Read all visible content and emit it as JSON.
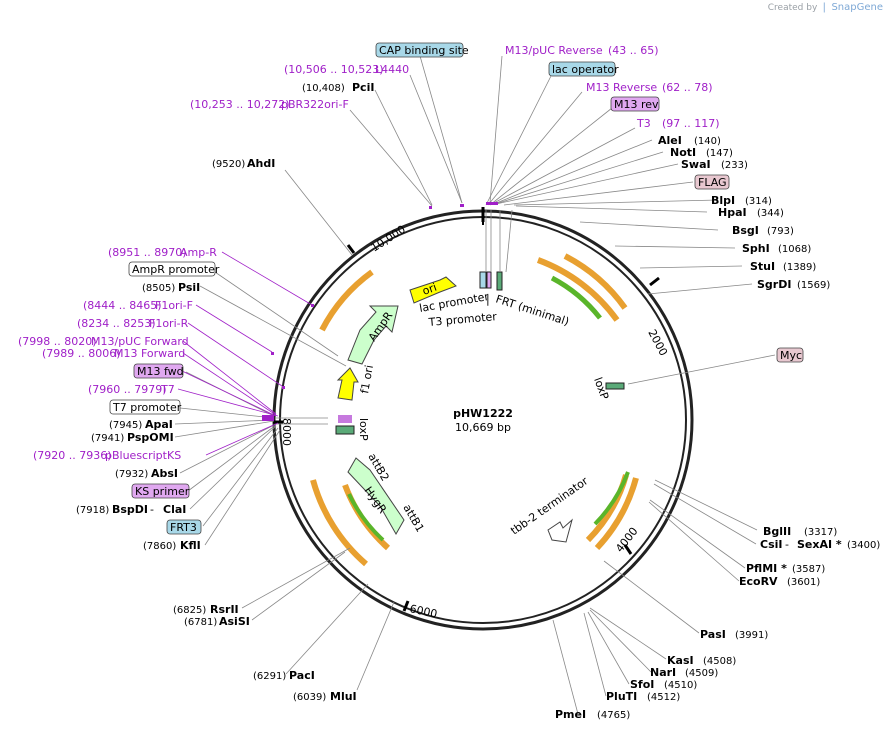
{
  "credit": {
    "created_by": "Created by",
    "brand": "SnapGene"
  },
  "plasmid": {
    "name": "pHW1222",
    "length": "10,669 bp"
  },
  "ticks": {
    "t2000": "2000",
    "t4000": "4000",
    "t6000": "6000",
    "t8000": "8000",
    "t10000": "10,000"
  },
  "labels": {
    "cap": "CAP binding site",
    "l4440_range": "(10,506 .. 10,523)",
    "l4440": "L4440",
    "pcii_pos": "(10,408)",
    "pcii": "PciI",
    "pbr_range": "(10,253 .. 10,272)",
    "pbr": "pBR322ori-F",
    "ahdi_pos": "(9520)",
    "ahdi": "AhdI",
    "m13puc_rev": "M13/pUC Reverse",
    "m13puc_rev_range": "(43 .. 65)",
    "lacop": "lac operator",
    "m13rev": "M13 Reverse",
    "m13rev_range": "(62 .. 78)",
    "m13revfeat": "M13 rev",
    "t3": "T3",
    "t3_range": "(97 .. 117)",
    "alei": "AleI",
    "alei_pos": "(140)",
    "noti": "NotI",
    "noti_pos": "(147)",
    "swai": "SwaI",
    "swai_pos": "(233)",
    "flag": "FLAG",
    "blpi": "BlpI",
    "blpi_pos": "(314)",
    "hpai": "HpaI",
    "hpai_pos": "(344)",
    "bsgi": "BsgI",
    "bsgi_pos": "(793)",
    "sphi": "SphI",
    "sphi_pos": "(1068)",
    "stui": "StuI",
    "stui_pos": "(1389)",
    "sgrdi": "SgrDI",
    "sgrdi_pos": "(1569)",
    "myc": "Myc",
    "ampr_range": "(8951 .. 8970)",
    "ampr_r": "Amp-R",
    "ampr_promoter": "AmpR promoter",
    "psii_pos": "(8505)",
    "psii": "PsiI",
    "f1orif_range": "(8444 .. 8465)",
    "f1orif": "F1ori-F",
    "f1orir_range": "(8234 .. 8253)",
    "f1orir": "F1ori-R",
    "m13pucf_range": "(7998 .. 8020)",
    "m13pucf": "M13/pUC Forward",
    "m13f_range": "(7989 .. 8006)",
    "m13f": "M13 Forward",
    "m13fwd": "M13 fwd",
    "t7_range": "(7960 .. 7979)",
    "t7": "T7",
    "t7prom": "T7 promoter",
    "apai_pos": "(7945)",
    "apai": "ApaI",
    "pspomi_pos": "(7941)",
    "pspomi": "PspOMI",
    "pbks_range": "(7920 .. 7936)",
    "pbks": "pBluescriptKS",
    "absi_pos": "(7932)",
    "absi": "AbsI",
    "ksprimer": "KS primer",
    "bspdi_pos": "(7918)",
    "bspdi": "BspDI",
    "clai": "ClaI",
    "frt3": "FRT3",
    "kfli_pos": "(7860)",
    "kfli": "KflI",
    "bglii": "BglII",
    "bglii_pos": "(3317)",
    "csii": "CsiI",
    "sexai": "SexAI *",
    "sexai_pos": "(3400)",
    "pflmi": "PflMI *",
    "pflmi_pos": "(3587)",
    "ecorv": "EcoRV",
    "ecorv_pos": "(3601)",
    "pasi": "PasI",
    "pasi_pos": "(3991)",
    "kasi": "KasI",
    "kasi_pos": "(4508)",
    "nari": "NarI",
    "nari_pos": "(4509)",
    "sfoi": "SfoI",
    "sfoi_pos": "(4510)",
    "pluti": "PluTI",
    "pluti_pos": "(4512)",
    "pmei": "PmeI",
    "pmei_pos": "(4765)",
    "rsrii_pos": "(6825)",
    "rsrii": "RsrII",
    "asisi_pos": "(6781)",
    "asisi": "AsiSI",
    "paci_pos": "(6291)",
    "paci": "PacI",
    "mlui_pos": "(6039)",
    "mlui": "MluI"
  },
  "features": {
    "ori": "ori",
    "ampr": "AmpR",
    "f1ori": "f1 ori",
    "loxp_left": "loxP",
    "loxp_right": "loxP",
    "attb2": "attB2",
    "hygr": "HygR",
    "attb1": "attB1",
    "tbb2": "tbb-2 terminator",
    "lacprom": "lac promoter",
    "t3prom": "T3 promoter",
    "frt": "FRT (minimal)"
  },
  "colors": {
    "purple": "#a020c8",
    "orange": "#e8a030",
    "green": "#5ab52a",
    "cap_fill": "#a8d8e8",
    "pink_fill": "#e8c8d0",
    "mag_fill": "#e0a8f0"
  }
}
